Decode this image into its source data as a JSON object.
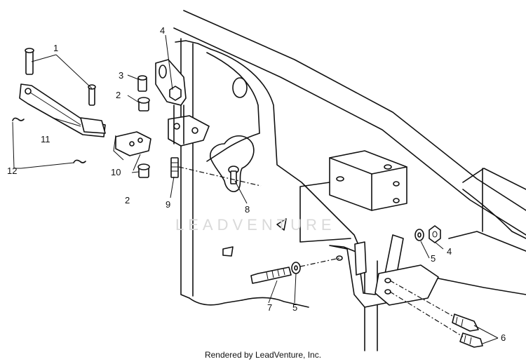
{
  "diagram": {
    "callouts": [
      "1",
      "2",
      "3",
      "4",
      "2",
      "9",
      "10",
      "11",
      "12",
      "8",
      "4",
      "5",
      "5",
      "7",
      "6"
    ],
    "watermark": "LEADVENTURE",
    "footer": "Rendered by LeadVenture, Inc."
  }
}
